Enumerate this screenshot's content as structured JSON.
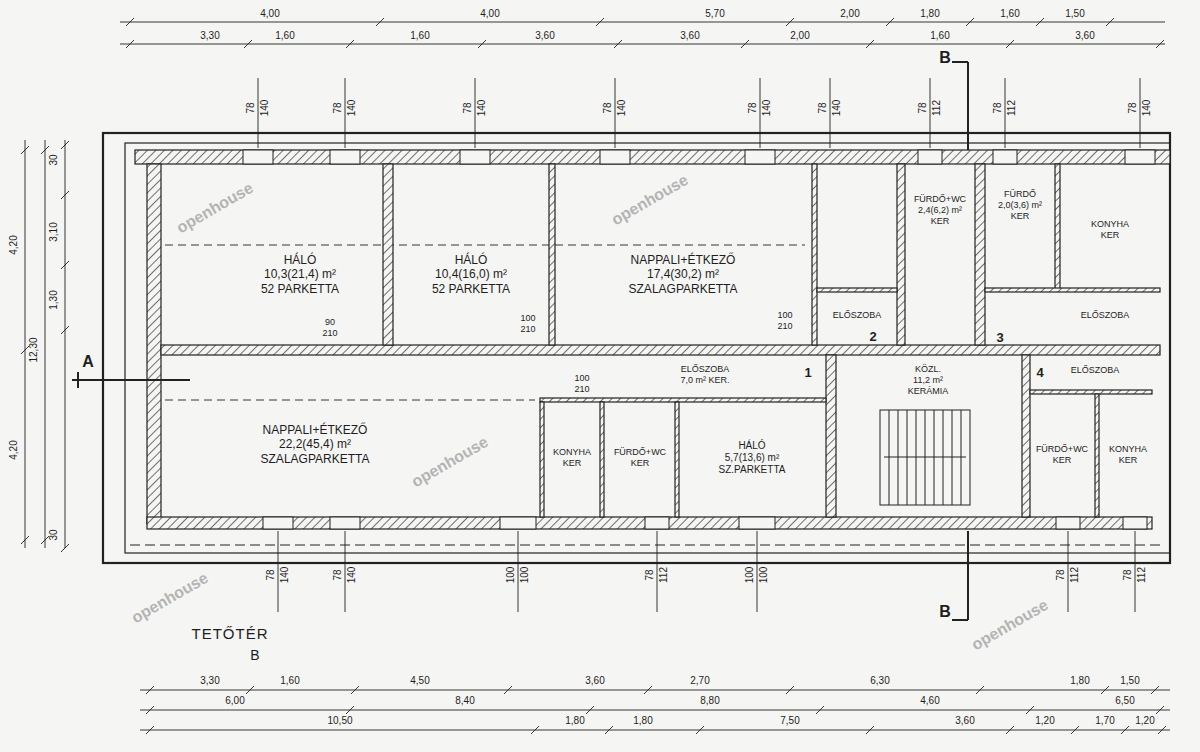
{
  "diagram": {
    "title": "TETŐTÉR",
    "nodes": [
      {
        "text": [
          "HÁLÓ",
          "10,3(21,4) m²",
          "52 PARKETTA"
        ]
      },
      {
        "text": [
          "HÁLÓ",
          "10,4(16,0) m²",
          "52 PARKETTA"
        ]
      },
      {
        "text": [
          "NAPPALI+ÉTKEZŐ",
          "17,4(30,2) m²",
          "SZALAGPARKETTA"
        ]
      },
      {
        "text": [
          "FÜRDŐ+WC",
          "2,4(6,2) m²",
          "KER"
        ]
      },
      {
        "text": [
          "FÜRDŐ",
          "2,0(3,6) m²",
          "KER"
        ]
      },
      {
        "text": [
          "KONYHA",
          "KER"
        ]
      },
      {
        "text": [
          "ELŐSZOBA"
        ]
      },
      {
        "text": [
          "ELŐSZOBA"
        ]
      },
      {
        "text": [
          "NAPPALI+ÉTKEZŐ",
          "22,2(45,4) m²",
          "SZALAGPARKETTA"
        ]
      },
      {
        "text": [
          "ELŐSZOBA",
          "7,0 m² KER."
        ]
      },
      {
        "text": [
          "KONYHA",
          "KER"
        ]
      },
      {
        "text": [
          "FÜRDŐ+WC",
          "KER"
        ]
      },
      {
        "text": [
          "HÁLÓ",
          "5,7(13,6) m²",
          "SZ.PARKETTA"
        ]
      },
      {
        "text": [
          "KÖZL.",
          "11,2 m²",
          "KERÁMIA"
        ]
      },
      {
        "text": [
          "ELŐSZOBA"
        ]
      },
      {
        "text": [
          "FÜRDŐ+WC",
          "KER"
        ]
      },
      {
        "text": [
          "KONYHA",
          "KER"
        ]
      }
    ],
    "labels": [
      "78",
      "140",
      "78",
      "140",
      "78",
      "140",
      "78",
      "140",
      "78",
      "140",
      "78",
      "140",
      "78",
      "112",
      "78",
      "112",
      "78",
      "140",
      "78",
      "140",
      "78",
      "140",
      "100",
      "100",
      "78",
      "112",
      "100",
      "100",
      "78",
      "112",
      "78",
      "112",
      "90",
      "210",
      "100",
      "210",
      "100",
      "210",
      "100",
      "210",
      "4,00",
      "4,00",
      "5,70",
      "2,00",
      "1,80",
      "1,60",
      "1,50",
      "3,30",
      "1,60",
      "1,60",
      "3,60",
      "3,60",
      "2,00",
      "1,60",
      "3,60",
      "3,30",
      "1,60",
      "4,50",
      "3,60",
      "2,70",
      "6,30",
      "1,80",
      "1,50",
      "6,00",
      "8,40",
      "8,80",
      "4,60",
      "6,50",
      "10,50",
      "1,80",
      "1,80",
      "7,50",
      "3,60",
      "1,20",
      "1,70",
      "1,20",
      "4,20",
      "4,20",
      "12,30",
      "30",
      "3,10",
      "1,30",
      "30",
      "1",
      "2",
      "3",
      "4",
      "A",
      "B",
      "B",
      "B",
      "openhouse",
      "openhouse",
      "openhouse",
      "openhouse",
      "openhouse"
    ]
  }
}
